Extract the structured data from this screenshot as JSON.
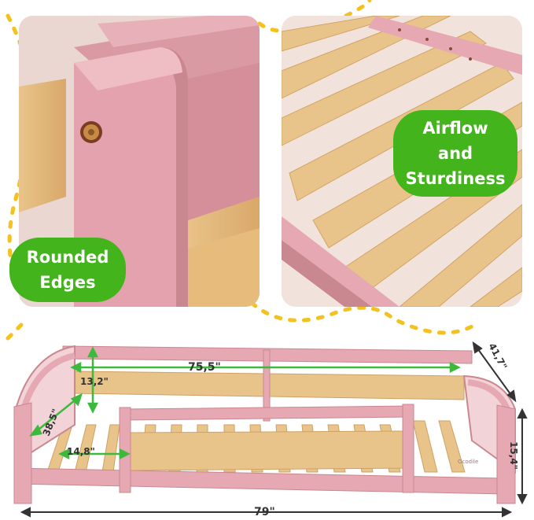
{
  "callouts": {
    "left_line1": "Rounded",
    "left_line2": "Edges",
    "right_line1": "Airflow",
    "right_line2": "and",
    "right_line3": "Sturdiness"
  },
  "dimensions": {
    "length": "75,5\"",
    "height": "13,2\"",
    "depth": "38,5\"",
    "gap": "14,8\"",
    "width": "41,7\"",
    "total_height": "15,4\"",
    "total_length": "79\""
  },
  "brand": "Ocodile",
  "colors": {
    "frame_pink": "#e6a8b2",
    "frame_pink_dark": "#c98790",
    "wood": "#e9c48a",
    "callout_green": "#43b41c",
    "accent_yellow": "#f3c221",
    "measure_green": "#3db93d"
  }
}
